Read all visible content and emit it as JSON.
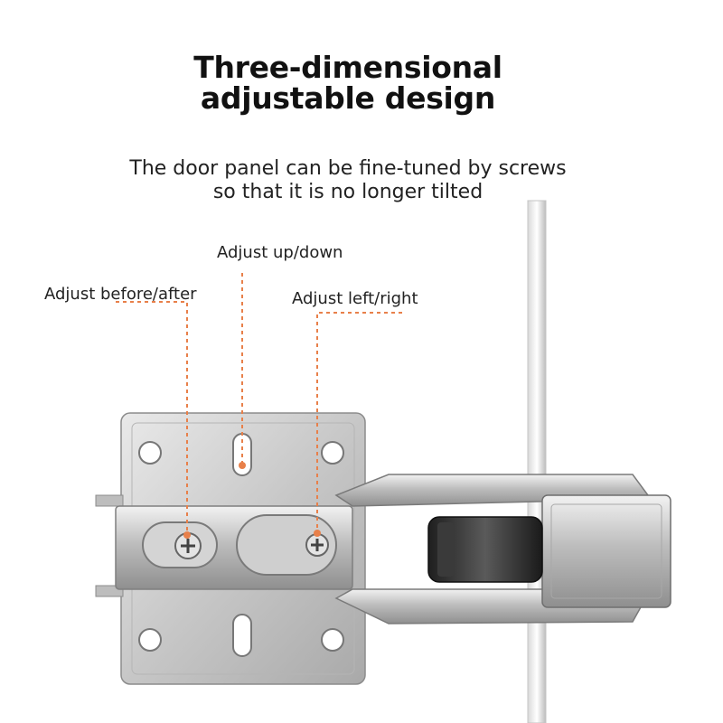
{
  "title": {
    "line1": "Three-dimensional",
    "line2": "adjustable design"
  },
  "subtitle": {
    "line1": "The door panel can be fine-tuned by screws",
    "line2": "so that it is no longer tilted"
  },
  "callouts": {
    "up_down": "Adjust up/down",
    "before_after": "Adjust before/after",
    "left_right": "Adjust left/right"
  },
  "colors": {
    "leader": "#e8804a",
    "metal": "#c9c9c9",
    "roller": "#2b2b2b"
  }
}
